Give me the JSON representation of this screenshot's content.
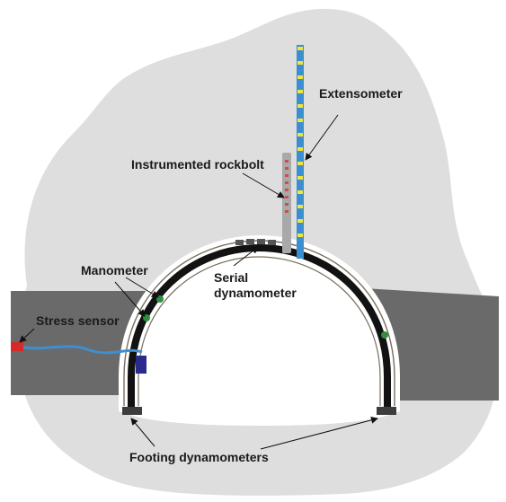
{
  "labels": {
    "extensometer": "Extensometer",
    "instrumented_rockbolt": "Instrumented rockbolt",
    "manometer": "Manometer",
    "serial_dynamometer_line1": "Serial",
    "serial_dynamometer_line2": "dynamometer",
    "stress_sensor": "Stress sensor",
    "footing_dynamometers": "Footing dynamometers"
  },
  "colors": {
    "rock_mass": "#dedede",
    "rock_layer": "#6a6a6a",
    "tunnel_opening": "#ffffff",
    "steel_arch": "#121212",
    "extensometer_tube": "#3b8fd1",
    "extensometer_anchor": "#f0e53a",
    "rockbolt_body": "#a9a9a9",
    "rockbolt_gauge": "#d14b4b",
    "sensor_cable": "#3f8ed0",
    "stress_sensor_head": "#d42a2a",
    "manometer": "#2f8f3e",
    "footing_block": "#3d3d3d",
    "junction_box": "#2a2a8c"
  }
}
